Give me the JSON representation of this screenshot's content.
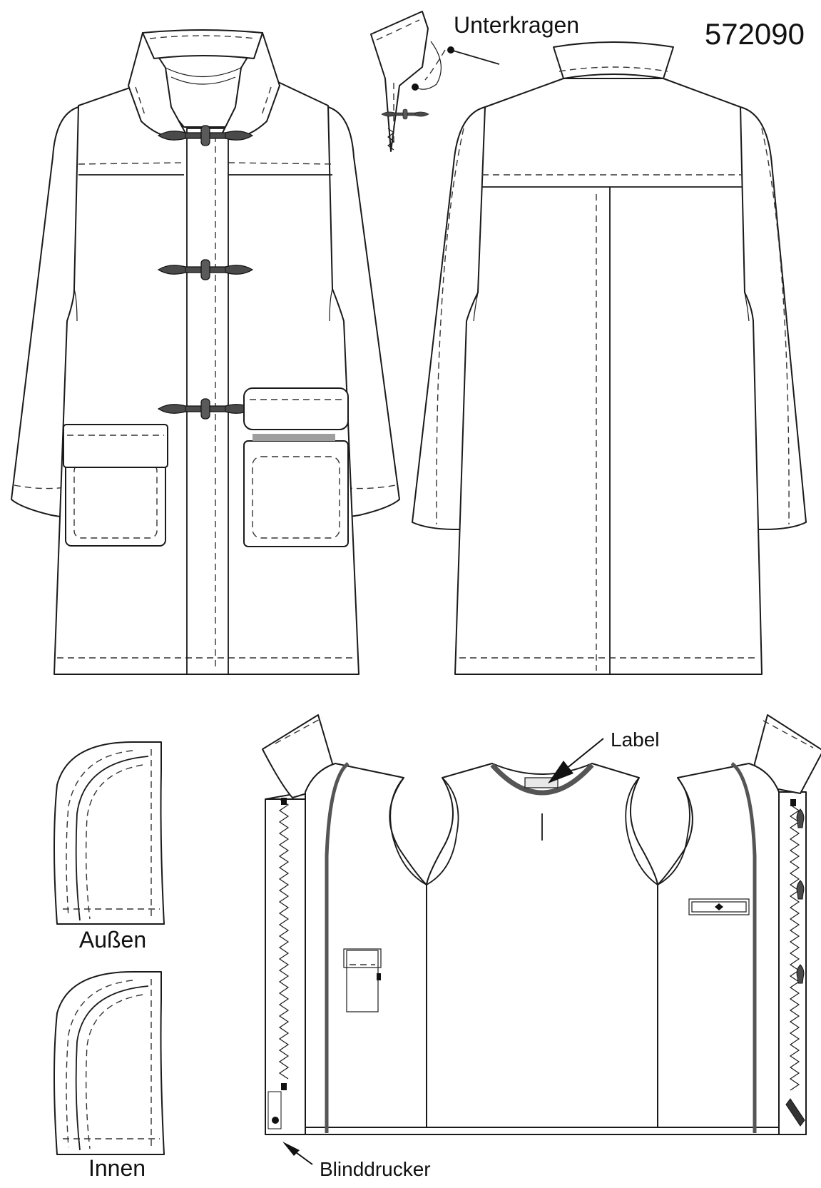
{
  "pattern_number": "572090",
  "labels": {
    "unterkragen": "Unterkragen",
    "label": "Label",
    "aussen": "Außen",
    "innen": "Innen",
    "blinddrucker": "Blinddrucker"
  },
  "colors": {
    "line": "#1a1a1a",
    "toggle": "#4a4a4a",
    "facing_stripe": "#555555",
    "pocket_flap_stripe": "#9e9e9e"
  },
  "icons": [
    "toggle-closure-icon",
    "zigzag-seam-icon",
    "arrow-icon"
  ]
}
